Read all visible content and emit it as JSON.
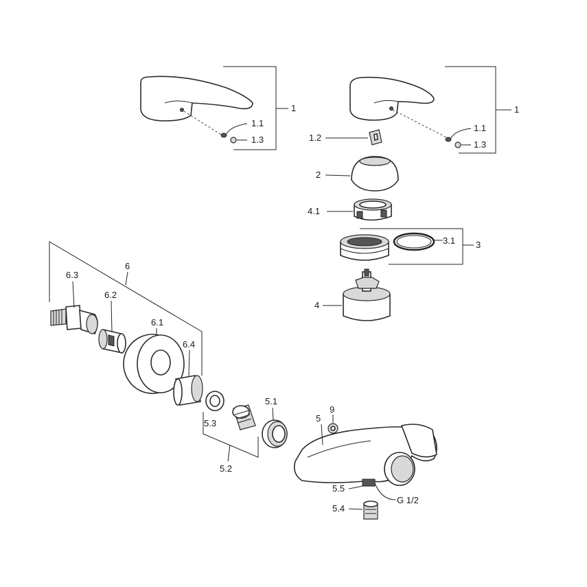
{
  "labels": {
    "l1a": "1",
    "l11a": "1.1",
    "l13a": "1.3",
    "l1b": "1",
    "l11b": "1.1",
    "l13b": "1.3",
    "l12": "1.2",
    "l2": "2",
    "l41": "4.1",
    "l31": "3.1",
    "l3": "3",
    "l4": "4",
    "l6": "6",
    "l63": "6.3",
    "l62": "6.2",
    "l61": "6.1",
    "l64": "6.4",
    "l53": "5.3",
    "l52": "5.2",
    "l51": "5.1",
    "l5": "5",
    "l9": "9",
    "l55": "5.5",
    "lg12": "G 1/2",
    "l54": "5.4"
  }
}
